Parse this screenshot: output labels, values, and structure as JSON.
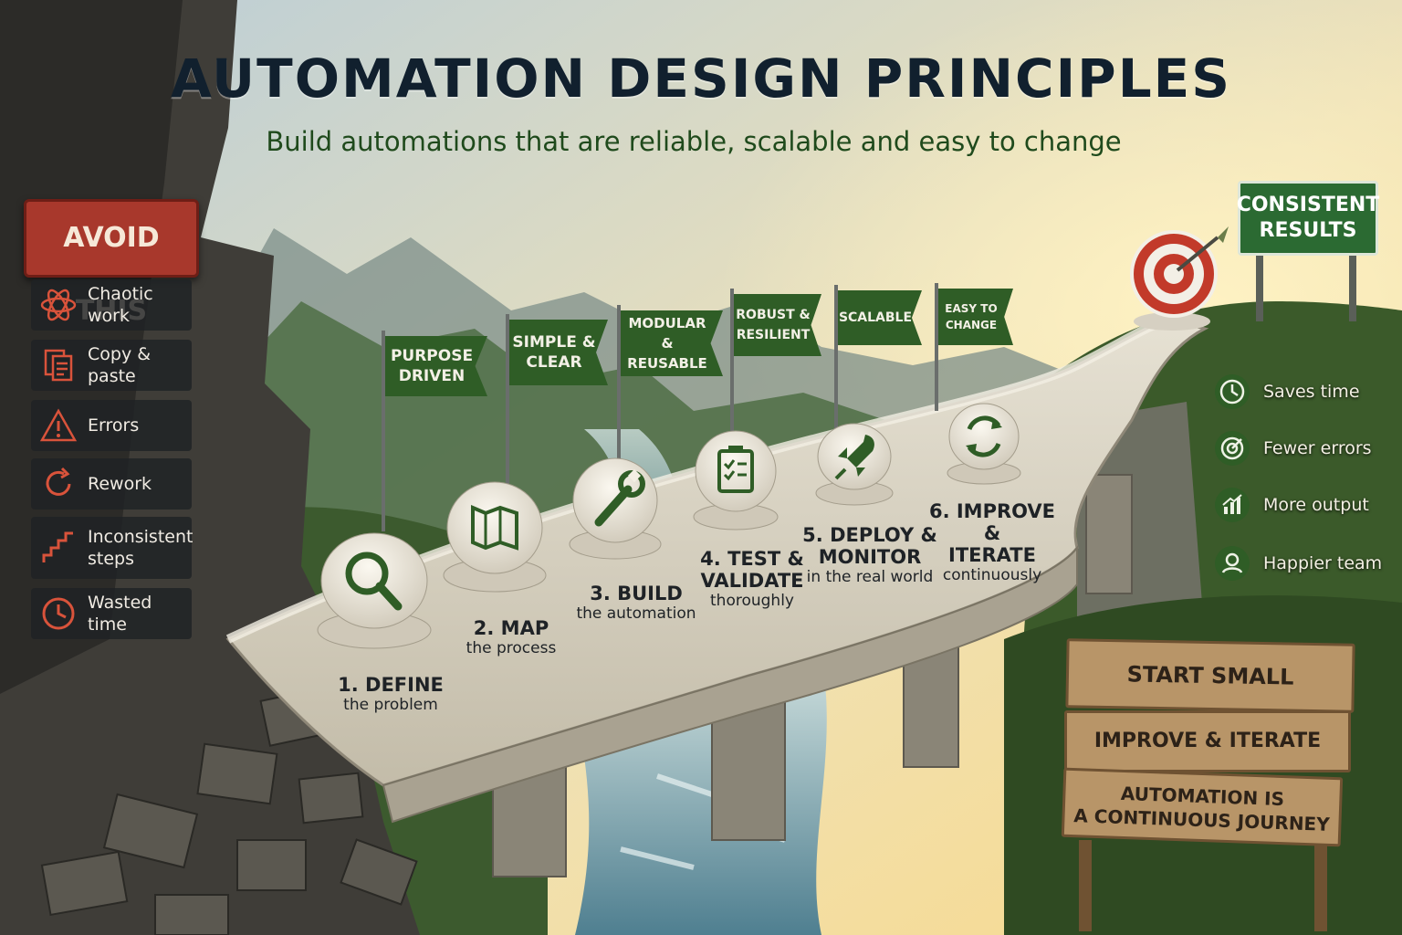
{
  "header": {
    "title": "AUTOMATION DESIGN PRINCIPLES",
    "subtitle": "Build automations that are reliable, scalable and easy to change"
  },
  "avoid": {
    "title": "AVOID THIS",
    "items": [
      {
        "label": "Chaotic work",
        "icon": "atom-icon"
      },
      {
        "label": "Copy & paste",
        "icon": "document-copy-icon"
      },
      {
        "label": "Errors",
        "icon": "warning-icon"
      },
      {
        "label": "Rework",
        "icon": "refresh-icon"
      },
      {
        "label": "Inconsistent",
        "label2": "steps",
        "icon": "stairs-icon"
      },
      {
        "label": "Wasted time",
        "icon": "clock-icon"
      }
    ]
  },
  "flags": [
    {
      "label1": "PURPOSE",
      "label2": "DRIVEN"
    },
    {
      "label1": "SIMPLE &",
      "label2": "CLEAR"
    },
    {
      "label1": "MODULAR &",
      "label2": "REUSABLE"
    },
    {
      "label1": "ROBUST &",
      "label2": "RESILIENT"
    },
    {
      "label1": "SCALABLE",
      "label2": ""
    },
    {
      "label1": "EASY TO",
      "label2": "CHANGE"
    }
  ],
  "steps": [
    {
      "label1": "1. DEFINE",
      "label2": "",
      "desc": "the problem",
      "icon": "magnifier-icon"
    },
    {
      "label1": "2. MAP",
      "label2": "",
      "desc": "the process",
      "icon": "map-icon"
    },
    {
      "label1": "3. BUILD",
      "label2": "",
      "desc": "the automation",
      "icon": "wrench-icon"
    },
    {
      "label1": "4. TEST &",
      "label2": "VALIDATE",
      "desc": "thoroughly",
      "icon": "clipboard-check-icon"
    },
    {
      "label1": "5. DEPLOY &",
      "label2": "MONITOR",
      "desc": "in the real world",
      "icon": "rocket-icon"
    },
    {
      "label1": "6. IMPROVE &",
      "label2": "ITERATE",
      "desc": "continuously",
      "icon": "cycle-arrows-icon"
    }
  ],
  "goal": {
    "label1": "CONSISTENT",
    "label2": "RESULTS",
    "icon": "target-icon"
  },
  "benefits": [
    {
      "label": "Saves time",
      "icon": "clock-icon"
    },
    {
      "label": "Fewer errors",
      "icon": "target-check-icon"
    },
    {
      "label": "More output",
      "icon": "bar-chart-icon"
    },
    {
      "label": "Happier team",
      "icon": "team-icon"
    }
  ],
  "wood_sign": {
    "line1": "START SMALL",
    "line2": "IMPROVE & ITERATE",
    "line3a": "AUTOMATION IS",
    "line3b": "A CONTINUOUS JOURNEY"
  },
  "colors": {
    "accent_green": "#2f5d26",
    "warning_red": "#a8382c",
    "title_navy": "#11202e"
  }
}
